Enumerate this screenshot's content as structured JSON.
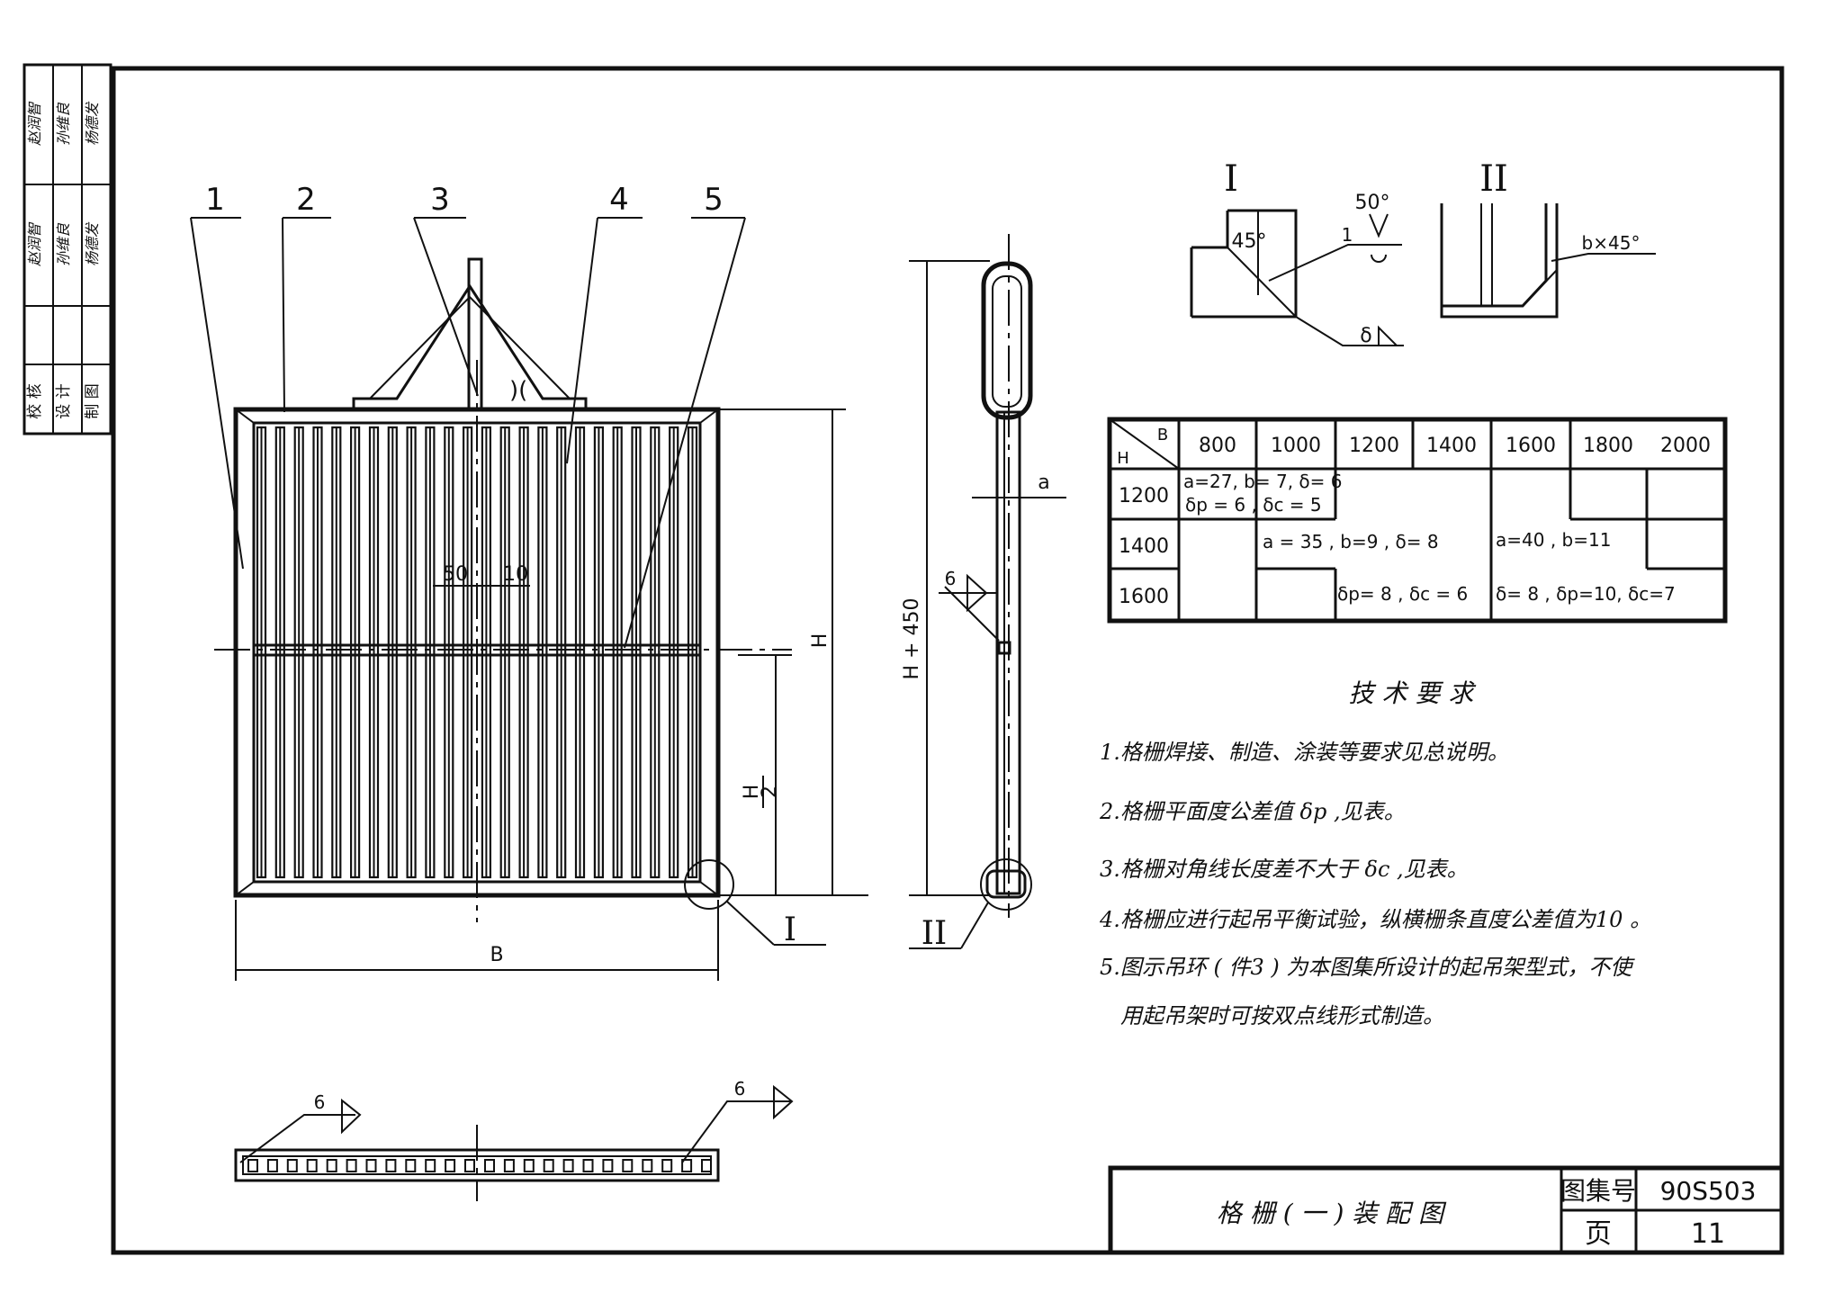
{
  "sign_column": {
    "roles": [
      "校 核",
      "设 计",
      "制 图"
    ],
    "signatures_a": [
      "赵润智",
      "孙维良",
      "杨德发"
    ],
    "signatures_b": [
      "赵润智",
      "孙维良",
      "杨德发"
    ]
  },
  "callouts": [
    "1",
    "2",
    "3",
    "4",
    "5"
  ],
  "front_view": {
    "dim_50": "50",
    "dim_10": "10",
    "dim_H": "H",
    "dim_H2_num": "H",
    "dim_H2_den": "2",
    "dim_B": "B",
    "detail_ref": "I"
  },
  "side_view": {
    "dim_total": "H + 450",
    "dim_a": "a",
    "weld_6": "6",
    "detail_ref": "II"
  },
  "detail_I": {
    "title": "I",
    "angle_45": "45°",
    "angle_50": "50°",
    "weld_1": "1",
    "delta": "δ"
  },
  "detail_II": {
    "title": "II",
    "chamfer": "b×45°"
  },
  "spec_table": {
    "corner_b": "B",
    "corner_h": "H",
    "col_headers": [
      "800",
      "1000",
      "1200",
      "1400",
      "1600",
      "1800",
      "2000"
    ],
    "row_headers": [
      "1200",
      "1400",
      "1600"
    ],
    "cell_1200_line1": "a=27, b= 7, δ= 6",
    "cell_1200_line2": "δp = 6 , δc = 5",
    "cell_mid_line1": "a = 35 , b=9 , δ= 8",
    "cell_mid_line2": "δp= 8 , δc = 6",
    "cell_right_line1": "a=40 , b=11",
    "cell_right_line2": "δ= 8 , δp=10, δc=7"
  },
  "notes": {
    "title": "技 术 要 求",
    "lines": [
      "1.格栅焊接、制造、涂装等要求见总说明。",
      "2.格栅平面度公差值 δp ,见表。",
      "3.格栅对角线长度差不大于 δc ,见表。",
      "4.格栅应进行起吊平衡试验，纵横栅条直度公差值为10 。",
      "5.图示吊环 ( 件3 ) 为本图集所设计的起吊架型式，不使",
      "用起吊架时可按双点线形式制造。"
    ]
  },
  "bottom_view": {
    "weld_left": "6",
    "weld_right": "6"
  },
  "title_block": {
    "drawing_title": "格 栅 ( 一 ) 装 配 图",
    "atlas_label": "图集号",
    "atlas_no": "90S503",
    "page_label": "页",
    "page_no": "11"
  }
}
